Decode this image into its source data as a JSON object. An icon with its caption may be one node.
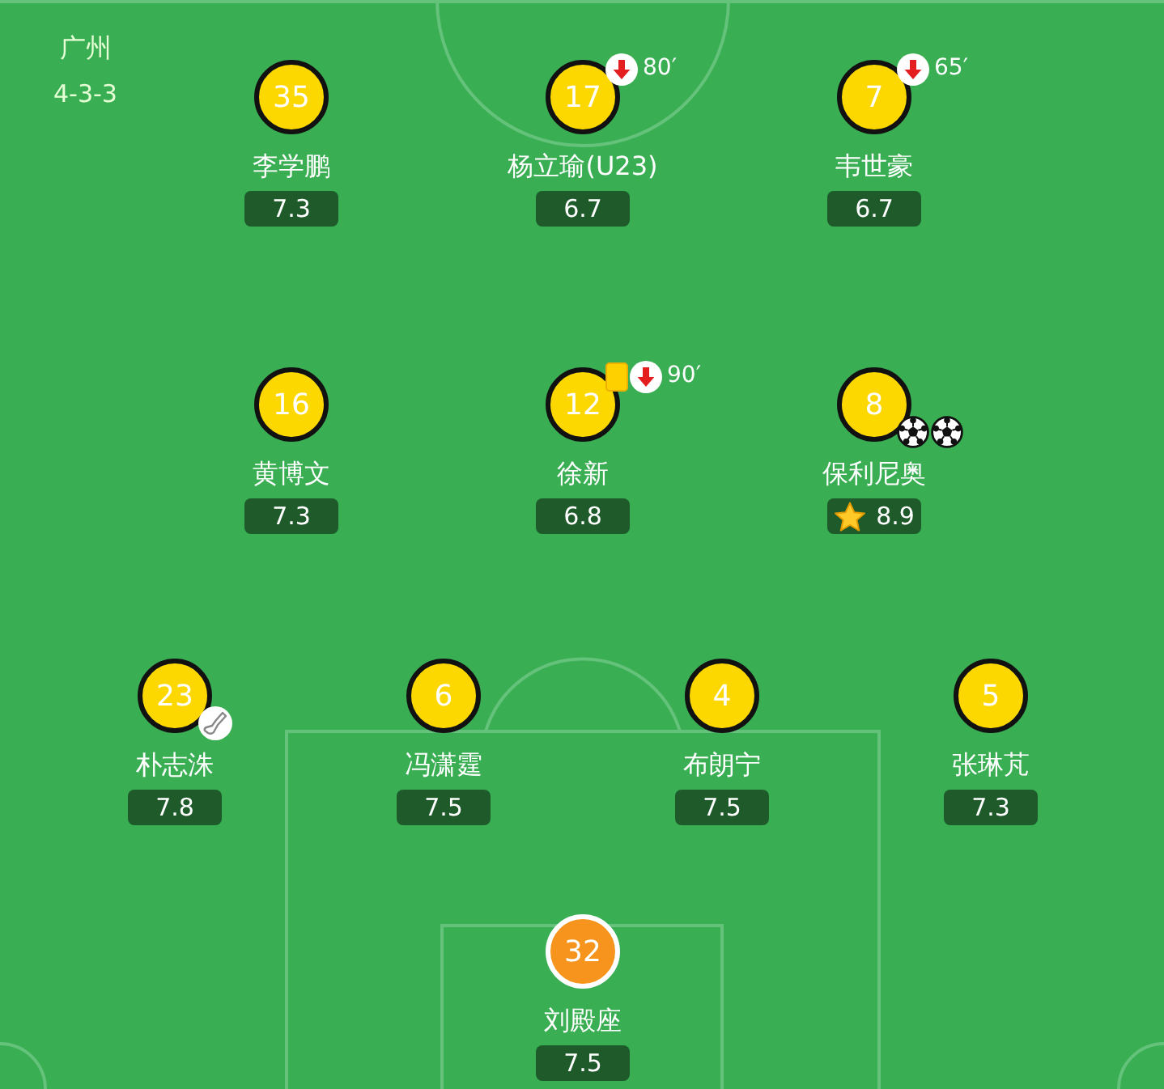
{
  "diagram": {
    "nodes": [
      {
        "text": [
          "35"
        ],
        "beside": [
          "李学鹏"
        ]
      },
      {
        "text": [
          "7.3"
        ]
      },
      {
        "text": [
          "17"
        ],
        "beside": [
          "杨立瑜(U23)",
          "80′"
        ]
      },
      {
        "text": [
          "6.7"
        ]
      },
      {
        "text": [
          "7"
        ],
        "beside": [
          "韦世豪",
          "65′"
        ]
      },
      {
        "text": [
          "6.7"
        ]
      },
      {
        "text": [
          "16"
        ],
        "beside": [
          "黄博文"
        ]
      },
      {
        "text": [
          "7.3"
        ]
      },
      {
        "text": [
          "12"
        ],
        "beside": [
          "徐新",
          "90′"
        ]
      },
      {
        "text": [
          "6.8"
        ]
      },
      {
        "text": [
          "8"
        ],
        "beside": [
          "保利尼奥"
        ]
      },
      {
        "text": [
          "8.9"
        ]
      },
      {
        "text": [
          "23"
        ],
        "beside": [
          "朴志洙"
        ]
      },
      {
        "text": [
          "7.8"
        ]
      },
      {
        "text": [
          "6"
        ],
        "beside": [
          "冯潇霆"
        ]
      },
      {
        "text": [
          "7.5"
        ]
      },
      {
        "text": [
          "4"
        ],
        "beside": [
          "布朗宁"
        ]
      },
      {
        "text": [
          "7.5"
        ]
      },
      {
        "text": [
          "5"
        ],
        "beside": [
          "张琳芃"
        ]
      },
      {
        "text": [
          "7.3"
        ]
      },
      {
        "text": [
          "32"
        ],
        "beside": [
          "刘殿座"
        ]
      },
      {
        "text": [
          "7.5"
        ]
      }
    ],
    "labels": [
      "广州",
      "4-3-3"
    ]
  }
}
